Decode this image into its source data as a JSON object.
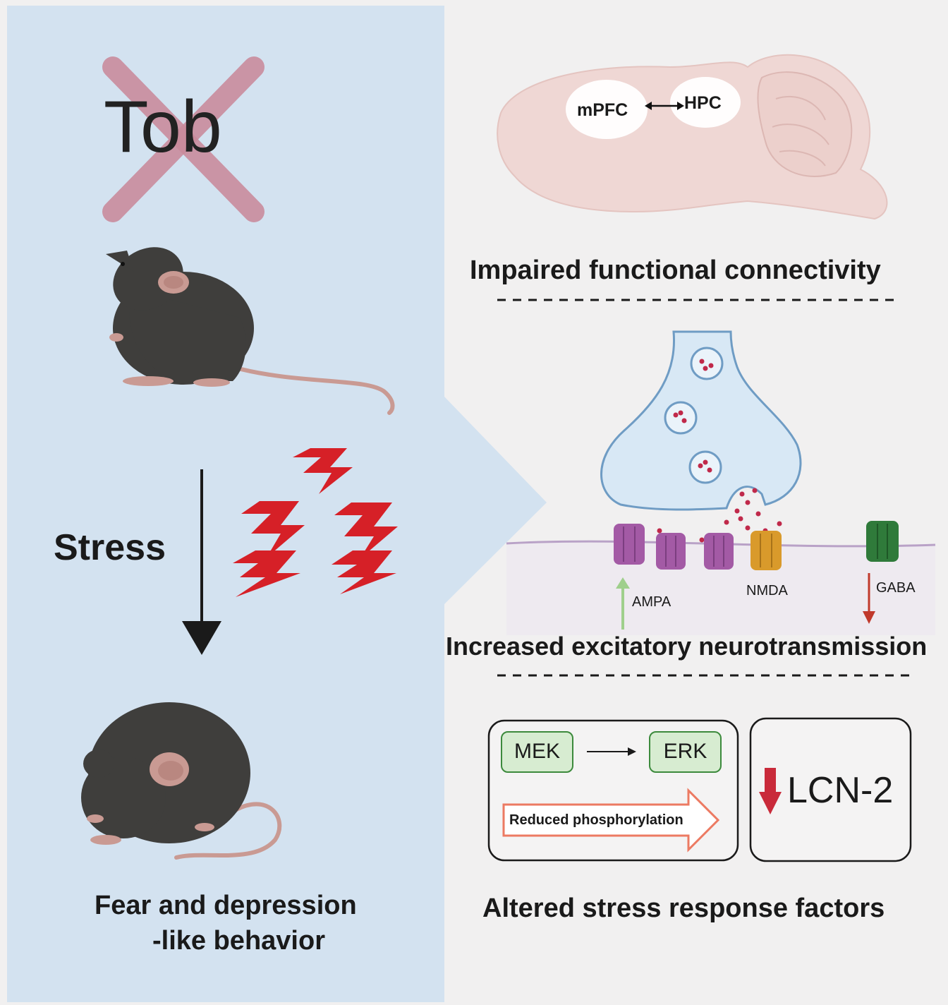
{
  "left_panel": {
    "gene_label": "Tob",
    "stress_label": "Stress",
    "outcome_line1": "Fear and depression",
    "outcome_line2": "-like behavior"
  },
  "brain_section": {
    "region_a": "mPFC",
    "region_b": "HPC",
    "caption": "Impaired functional connectivity"
  },
  "synapse_section": {
    "receptor_ampa": "AMPA",
    "receptor_nmda": "NMDA",
    "receptor_gaba": "GABA",
    "caption": "Increased excitatory neurotransmission"
  },
  "factors_section": {
    "kinase_a": "MEK",
    "kinase_b": "ERK",
    "arrow_text": "Reduced phosphorylation",
    "gene": "LCN-2",
    "caption": "Altered stress response factors"
  },
  "colors": {
    "left_bg": "#d3e2f0",
    "right_bg": "#f1f0f0",
    "cross": "#c98a9b",
    "mouse": "#3f3e3c",
    "lightning": "#d62027",
    "brain": "#efd7d4",
    "ampa": "#a35aa5",
    "nmda": "#d99a2b",
    "gaba": "#2f7a3a",
    "up_arrow": "#9fcf8c",
    "down_arrow": "#c0392b"
  }
}
